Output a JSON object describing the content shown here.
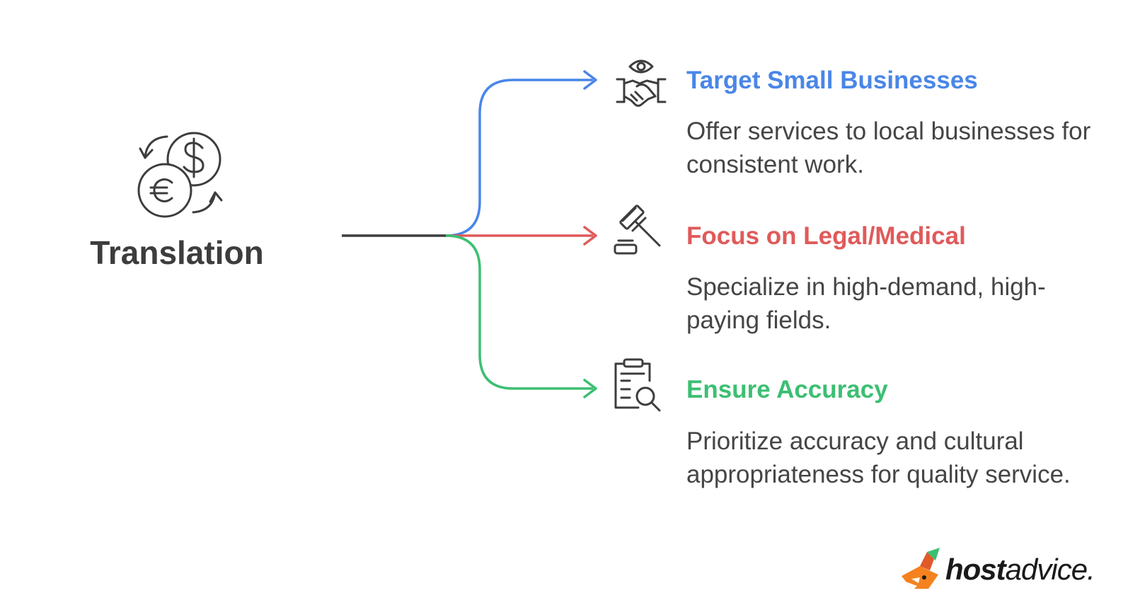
{
  "root": {
    "label": "Translation",
    "icon": "currency-exchange-icon"
  },
  "branches": [
    {
      "title": "Target Small Businesses",
      "description": "Offer services to local businesses for consistent work.",
      "color": "#4a86e8",
      "icon": "handshake-eye-icon"
    },
    {
      "title": "Focus on Legal/Medical",
      "description": "Specialize in high-demand, high-paying fields.",
      "color": "#e05a5a",
      "icon": "gavel-icon"
    },
    {
      "title": "Ensure Accuracy",
      "description": "Prioritize accuracy and cultural appropriateness for quality service.",
      "color": "#3cbf72",
      "icon": "clipboard-search-icon"
    }
  ],
  "logo": {
    "text_bold": "host",
    "text_regular": "advice."
  }
}
